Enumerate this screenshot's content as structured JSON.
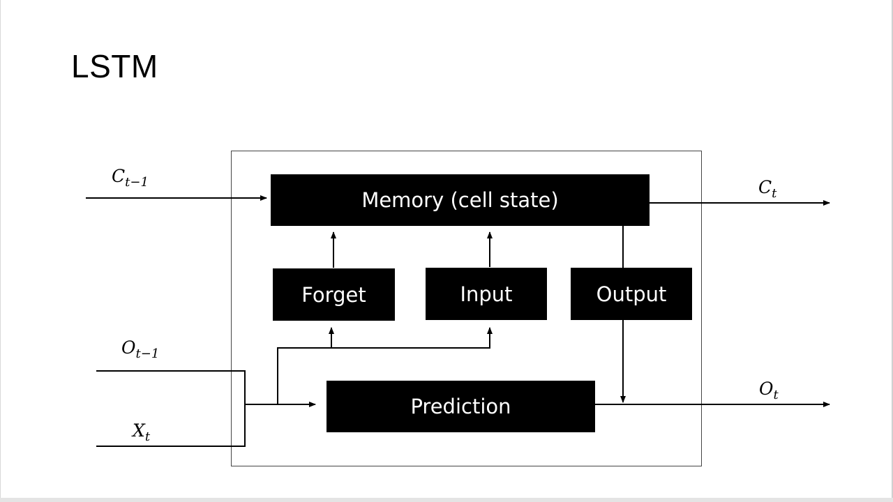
{
  "slide": {
    "title": "LSTM"
  },
  "diagram": {
    "blocks": {
      "memory": "Memory (cell state)",
      "forget": "Forget",
      "input": "Input",
      "output": "Output",
      "prediction": "Prediction"
    },
    "signals": {
      "c_prev": {
        "base": "C",
        "sub": "t−1"
      },
      "c_next": {
        "base": "C",
        "sub": "t"
      },
      "o_prev": {
        "base": "O",
        "sub": "t−1"
      },
      "x_t": {
        "base": "X",
        "sub": "t"
      },
      "o_next": {
        "base": "O",
        "sub": "t"
      }
    }
  }
}
